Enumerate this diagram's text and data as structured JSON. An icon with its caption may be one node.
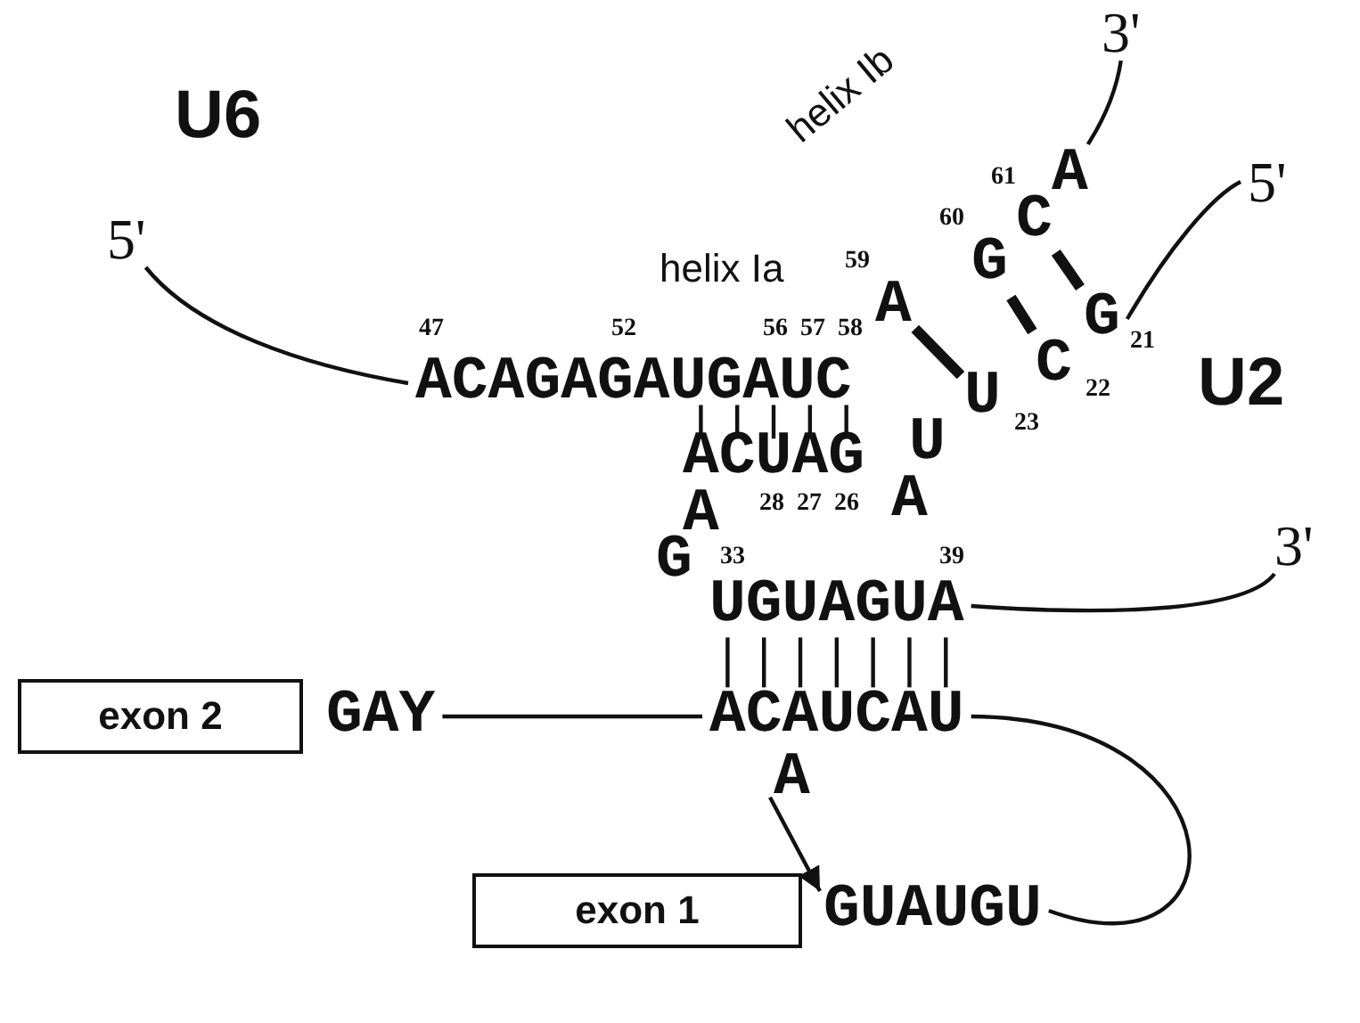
{
  "diagram": {
    "nodes": [
      {
        "text": [
          "3'"
        ]
      },
      {
        "text": [
          "5'"
        ]
      },
      {
        "text": [
          "ACAGAGAUGAUC"
        ]
      },
      {
        "text": [
          "A"
        ]
      },
      {
        "text": [
          "G"
        ]
      },
      {
        "text": [
          "C"
        ]
      },
      {
        "text": [
          "A"
        ]
      },
      {
        "text": [
          "5'"
        ]
      },
      {
        "text": [
          "G"
        ]
      },
      {
        "text": [
          "C"
        ]
      },
      {
        "text": [
          "U"
        ]
      },
      {
        "text": [
          "U"
        ]
      },
      {
        "text": [
          "ACUAG"
        ]
      },
      {
        "text": [
          "A"
        ]
      },
      {
        "text": [
          "A"
        ]
      },
      {
        "text": [
          "G"
        ]
      },
      {
        "text": [
          "UGUAGUA"
        ]
      },
      {
        "text": [
          "3'"
        ]
      },
      {
        "text": [
          "exon 2"
        ]
      },
      {
        "text": [
          "GAY"
        ]
      },
      {
        "text": [
          "ACAUCAU"
        ]
      },
      {
        "text": [
          "A"
        ]
      },
      {
        "text": [
          "exon 1"
        ]
      },
      {
        "text": [
          "GUAUGU"
        ]
      }
    ],
    "edges": [
      {
        "from": 1,
        "to": 2,
        "arrow": "none"
      },
      {
        "from": 6,
        "to": 0,
        "arrow": "none"
      },
      {
        "from": 8,
        "to": 7,
        "arrow": "none"
      },
      {
        "from": 2,
        "to": 12,
        "arrow": "none"
      },
      {
        "from": 2,
        "to": 12,
        "arrow": "none"
      },
      {
        "from": 2,
        "to": 12,
        "arrow": "none"
      },
      {
        "from": 2,
        "to": 12,
        "arrow": "none"
      },
      {
        "from": 2,
        "to": 12,
        "arrow": "none"
      },
      {
        "from": 3,
        "to": 10,
        "arrow": "none",
        "style": "thick"
      },
      {
        "from": 4,
        "to": 9,
        "arrow": "none",
        "style": "thick"
      },
      {
        "from": 5,
        "to": 8,
        "arrow": "none",
        "style": "thick"
      },
      {
        "from": 16,
        "to": 20,
        "arrow": "none"
      },
      {
        "from": 16,
        "to": 20,
        "arrow": "none"
      },
      {
        "from": 16,
        "to": 20,
        "arrow": "none"
      },
      {
        "from": 16,
        "to": 20,
        "arrow": "none"
      },
      {
        "from": 16,
        "to": 20,
        "arrow": "none"
      },
      {
        "from": 16,
        "to": 20,
        "arrow": "none"
      },
      {
        "from": 16,
        "to": 20,
        "arrow": "none"
      },
      {
        "from": 16,
        "to": 17,
        "arrow": "none"
      },
      {
        "from": 19,
        "to": 20,
        "arrow": "none"
      },
      {
        "from": 20,
        "to": 23,
        "arrow": "none"
      },
      {
        "from": 21,
        "to": 22,
        "arrow": "to"
      }
    ],
    "labels": [
      "U6",
      "helix Ib",
      "61",
      "helix Ia",
      "60",
      "59",
      "47",
      "52",
      "56",
      "57",
      "58",
      "U2",
      "21",
      "22",
      "23",
      "28",
      "27",
      "26",
      "33",
      "39"
    ]
  }
}
